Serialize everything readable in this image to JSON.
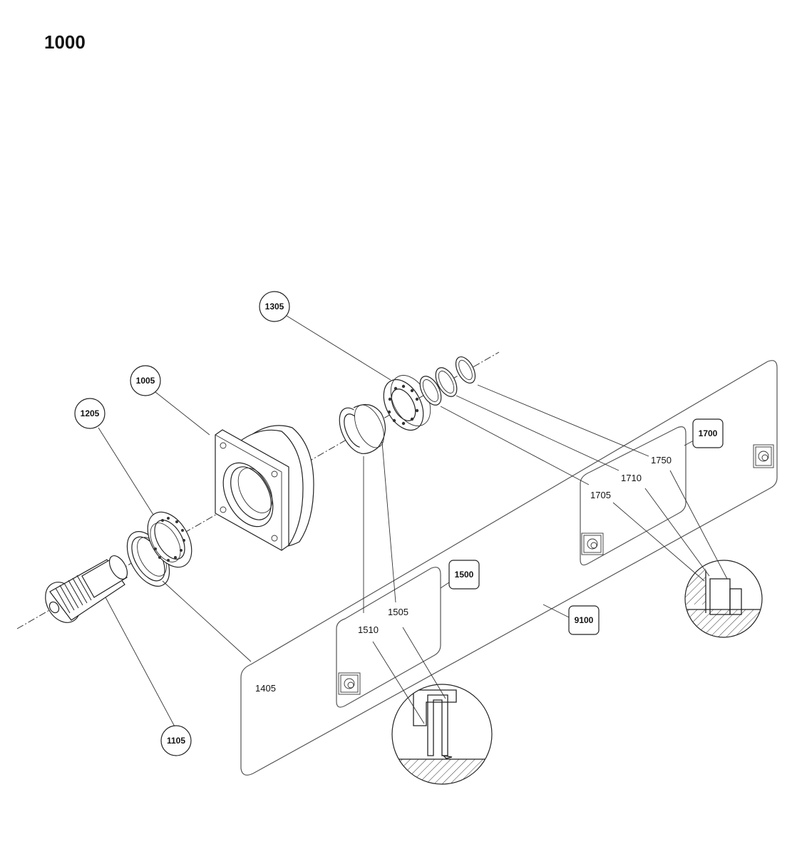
{
  "title": "1000",
  "callouts": {
    "p1305": "1305",
    "p1005": "1005",
    "p1205": "1205",
    "p1105": "1105",
    "p1500": "1500",
    "p1700": "1700",
    "p9100": "9100"
  },
  "labels": {
    "l1405": "1405",
    "l1505": "1505",
    "l1510": "1510",
    "l1705": "1705",
    "l1710": "1710",
    "l1750": "1750"
  }
}
